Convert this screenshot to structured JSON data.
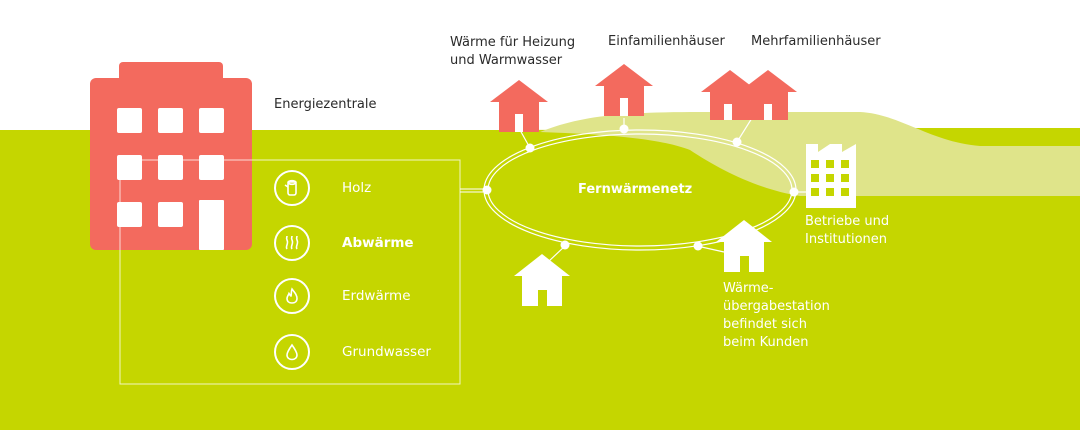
{
  "colors": {
    "ground": "#c5d600",
    "ground_light": "#dfe48a",
    "building": "#f36a5e",
    "white": "#ffffff",
    "text_dark": "#2a2a2a"
  },
  "labels": {
    "energiezentrale": "Energiezentrale",
    "heating": "Wärme für Heizung\nund Warmwasser",
    "single_family": "Einfamilienhäuser",
    "multi_family": "Mehrfamilienhäuser",
    "network": "Fernwärmenetz",
    "businesses": "Betriebe und\nInstitutionen",
    "transfer_station": "Wärme-\nübergabestation\nbefindet sich\nbeim Kunden"
  },
  "sources": [
    {
      "label": "Holz",
      "icon": "wood-icon",
      "bold": false
    },
    {
      "label": "Abwärme",
      "icon": "waste-heat-icon",
      "bold": true
    },
    {
      "label": "Erdwärme",
      "icon": "geothermal-icon",
      "bold": false
    },
    {
      "label": "Grundwasser",
      "icon": "groundwater-icon",
      "bold": false
    }
  ]
}
